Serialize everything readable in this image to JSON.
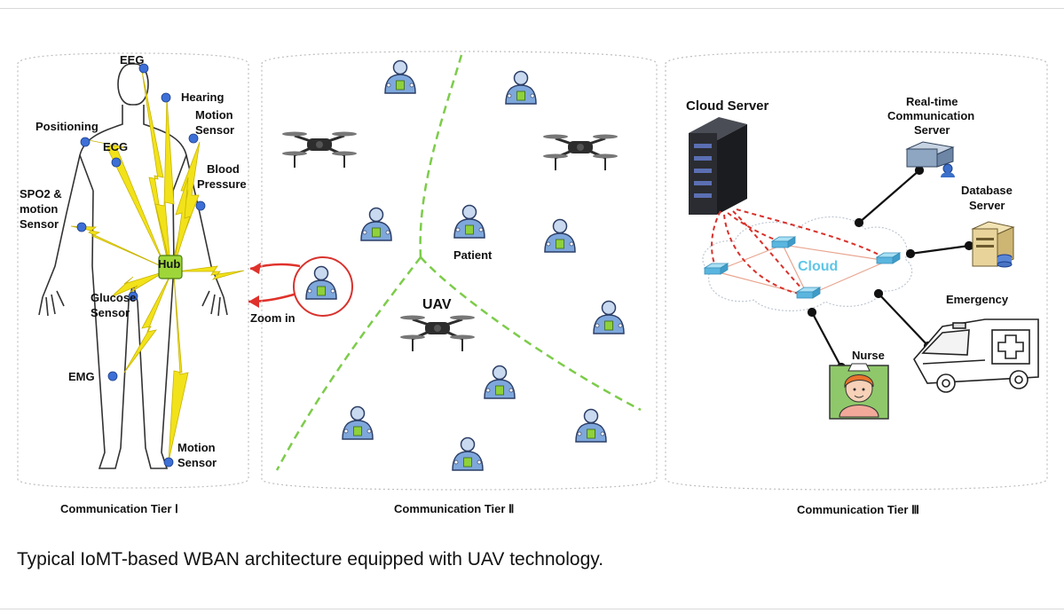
{
  "caption": "Typical IoMT-based WBAN architecture equipped with UAV technology.",
  "tiers": {
    "tier1": "Communication Tier Ⅰ",
    "tier2": "Communication Tier Ⅱ",
    "tier3": "Communication Tier Ⅲ"
  },
  "tier1_labels": {
    "eeg": "EEG",
    "hearing": "Hearing",
    "motion_sensor_top_1": "Motion",
    "motion_sensor_top_2": "Sensor",
    "positioning": "Positioning",
    "ecg": "ECG",
    "blood_pressure_1": "Blood",
    "blood_pressure_2": "Pressure",
    "spo2_1": "SPO2 &",
    "spo2_2": "motion",
    "spo2_3": "Sensor",
    "hub": "Hub",
    "glucose_1": "Glucose",
    "glucose_2": "Sensor",
    "emg": "EMG",
    "motion_sensor_bottom_1": "Motion",
    "motion_sensor_bottom_2": "Sensor",
    "zoom_in": "Zoom in"
  },
  "tier2_labels": {
    "patient": "Patient",
    "uav": "UAV"
  },
  "tier3_labels": {
    "cloud_server": "Cloud Server",
    "rt_server_1": "Real-time",
    "rt_server_2": "Communication",
    "rt_server_3": "Server",
    "db_server_1": "Database",
    "db_server_2": "Server",
    "cloud": "Cloud",
    "emergency": "Emergency",
    "nurse": "Nurse"
  },
  "colors": {
    "sensor_dot": "#3d6fd6",
    "lightning": "#f2e21a",
    "hub": "#9ed63a",
    "zoom_arrow": "#e0312b",
    "divider": "#7ccc4a",
    "cloud_label": "#5fc6e6",
    "cloud_link": "#d9312b"
  }
}
